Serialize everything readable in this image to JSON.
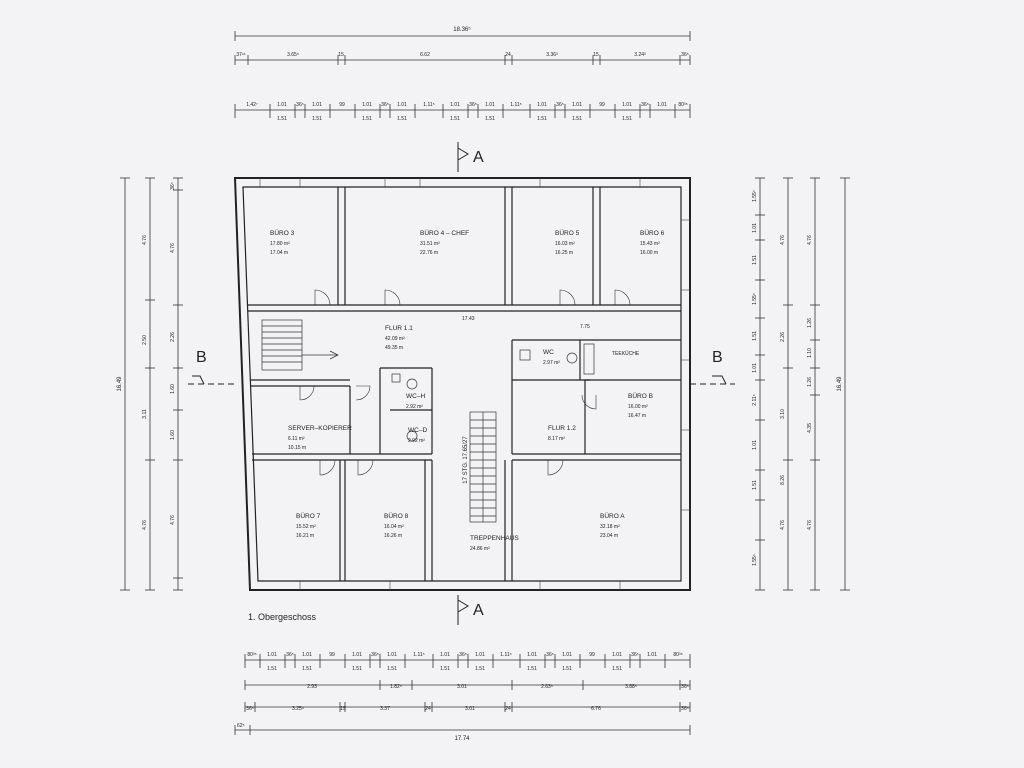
{
  "drawing": {
    "caption": "1. Obergeschoss",
    "section_a": "A",
    "section_b": "B",
    "stair_label": "17 STG. 17.65/27",
    "flur_dim": "17.43",
    "flur_dim2": "7.75",
    "teekuche": "TEEKÜCHE"
  },
  "rooms": [
    {
      "name": "BÜRO 3",
      "area": "17.80 m²",
      "perimeter": "17.04 m"
    },
    {
      "name": "BÜRO 4 – CHEF",
      "area": "31.51 m²",
      "perimeter": "22.76 m"
    },
    {
      "name": "BÜRO 5",
      "area": "16.03 m²",
      "perimeter": "16.25 m"
    },
    {
      "name": "BÜRO 6",
      "area": "15.43 m²",
      "perimeter": "16.00 m"
    },
    {
      "name": "FLUR 1.1",
      "area": "42.09 m²",
      "perimeter": "49.35 m"
    },
    {
      "name": "WC",
      "area": "2.97 m²",
      "perimeter": ""
    },
    {
      "name": "WC–H",
      "area": "2.92 m²",
      "perimeter": ""
    },
    {
      "name": "WC–D",
      "area": "2.92 m²",
      "perimeter": ""
    },
    {
      "name": "SERVER–KOPIERER",
      "area": "6.11 m²",
      "perimeter": "10.15 m"
    },
    {
      "name": "BÜRO B",
      "area": "16.00 m²",
      "perimeter": "16.47 m"
    },
    {
      "name": "FLUR 1.2",
      "area": "8.17 m²",
      "perimeter": ""
    },
    {
      "name": "BÜRO 7",
      "area": "15.52 m²",
      "perimeter": "16.21 m"
    },
    {
      "name": "BÜRO 8",
      "area": "16.04 m²",
      "perimeter": "16.26 m"
    },
    {
      "name": "TREPPENHAUS",
      "area": "24.86 m²",
      "perimeter": ""
    },
    {
      "name": "BÜRO A",
      "area": "32.18 m²",
      "perimeter": "23.04 m"
    }
  ],
  "dimensions": {
    "top_total": "18.36⁵",
    "top_row1": [
      "37⁹¹",
      "3.65⁵",
      "15",
      "6.62",
      "24",
      "3.36³",
      "15",
      "3.24³",
      "36⁵"
    ],
    "top_row2a": [
      "1.42⁷",
      "1.01",
      "36⁵",
      "1.01",
      "99",
      "1.01",
      "36⁵",
      "1.01",
      "1.11⁵",
      "1.01",
      "36⁵",
      "1.01",
      "1.11⁵",
      "1.01",
      "36⁵",
      "1.01",
      "99",
      "1.01",
      "36⁵",
      "1.01",
      "80³⁵"
    ],
    "top_row2b": [
      "1.51",
      "1.51",
      "1.51",
      "1.51",
      "1.51",
      "1.51",
      "1.51",
      "1.51",
      "1.51"
    ],
    "bottom_row1a": [
      "80³⁵",
      "1.01",
      "36⁵",
      "1.01",
      "99",
      "1.01",
      "36⁵",
      "1.01",
      "1.11⁵",
      "1.01",
      "36⁵",
      "1.01",
      "1.11⁵",
      "1.01",
      "36⁵",
      "1.01",
      "99",
      "1.01",
      "36⁵",
      "1.01",
      "80³⁵"
    ],
    "bottom_row1b": [
      "1.51",
      "1.51",
      "1.51",
      "1.51",
      "1.51",
      "1.51",
      "1.51",
      "1.51",
      "1.51"
    ],
    "bottom_row2": [
      "2.93",
      "1.82⁵",
      "3.01",
      "2.63⁵",
      "3.88⁵",
      "36⁵"
    ],
    "bottom_row3": [
      "36⁵",
      "3.25⁴",
      "15",
      "3.37",
      "24",
      "3.01",
      "24",
      "6.76",
      "36⁵"
    ],
    "bottom_total": "17.74",
    "bottom_left": "62⁵",
    "left_outer": "16.49",
    "left_mid": [
      "4.76",
      "2.50",
      "3.11",
      "4.76"
    ],
    "left_inner": [
      "4.76",
      "2.26",
      "1.60",
      "1.60",
      "4.76"
    ],
    "left_top": "36⁵",
    "right_inner": [
      "1.55⁵",
      "1.01",
      "1.51",
      "1.55⁵",
      "1.51",
      "1.01",
      "2.11⁵",
      "1.01",
      "1.51",
      "1.55⁵"
    ],
    "right_mid": [
      "4.76",
      "2.26",
      "3.10",
      "8.26",
      "4.76"
    ],
    "right_r2": [
      "4.76",
      "1.26",
      "1.10",
      "1.26",
      "4.35",
      "4.76"
    ],
    "right_outer": "16.49"
  }
}
